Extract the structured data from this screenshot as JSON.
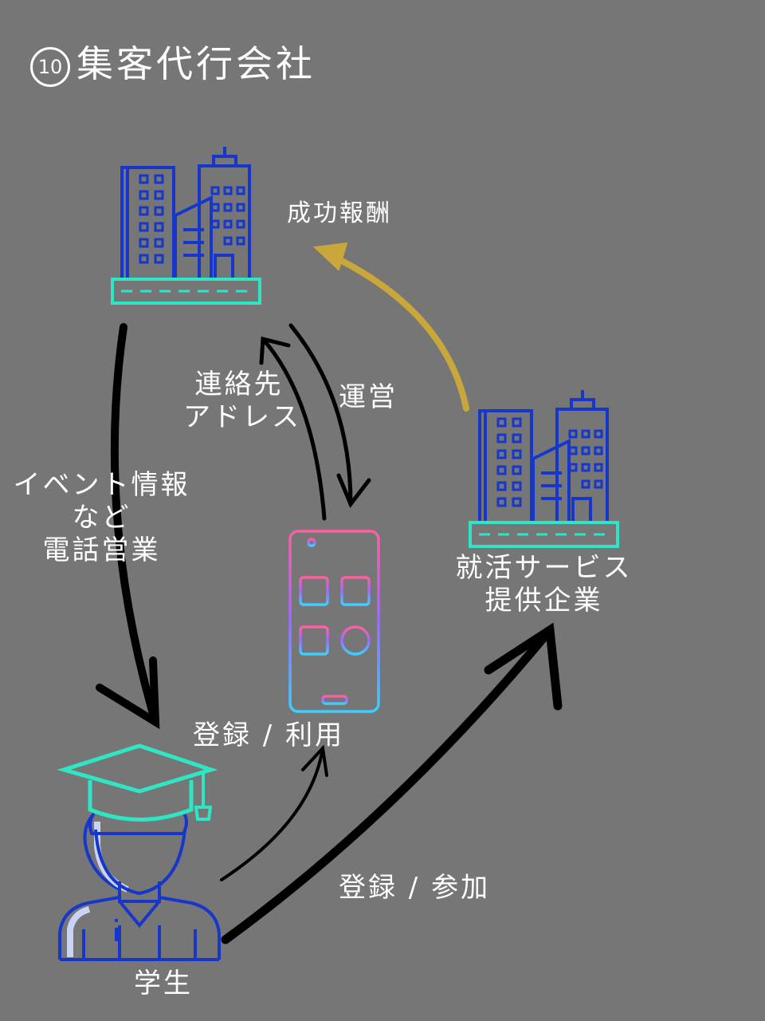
{
  "title": {
    "number": "10",
    "text": "集客代行会社"
  },
  "labels": {
    "success_fee": "成功報酬",
    "contact_line1": "連絡先",
    "contact_line2": "アドレス",
    "operation": "運営",
    "event_line1": "イベント情報",
    "event_line2": "など",
    "event_line3": "電話営業",
    "jobco_line1": "就活サービス",
    "jobco_line2": "提供企業",
    "register_use": "登録 / 利用",
    "register_join": "登録 / 参加",
    "student": "学生"
  },
  "colors": {
    "background": "#767676",
    "building": "#1637c9",
    "building_base": "#2ee6c4",
    "fee_arrow": "#c9a73a",
    "arrow": "#000000",
    "cap": "#2ee6c4",
    "person": "#1637c9",
    "phone_gradient_top": "#ff5fa2",
    "phone_gradient_mid": "#9b6bff",
    "phone_gradient_bottom": "#3ad0ff"
  },
  "icons": [
    "building-icon",
    "building-icon",
    "smartphone-icon",
    "graduate-icon"
  ]
}
